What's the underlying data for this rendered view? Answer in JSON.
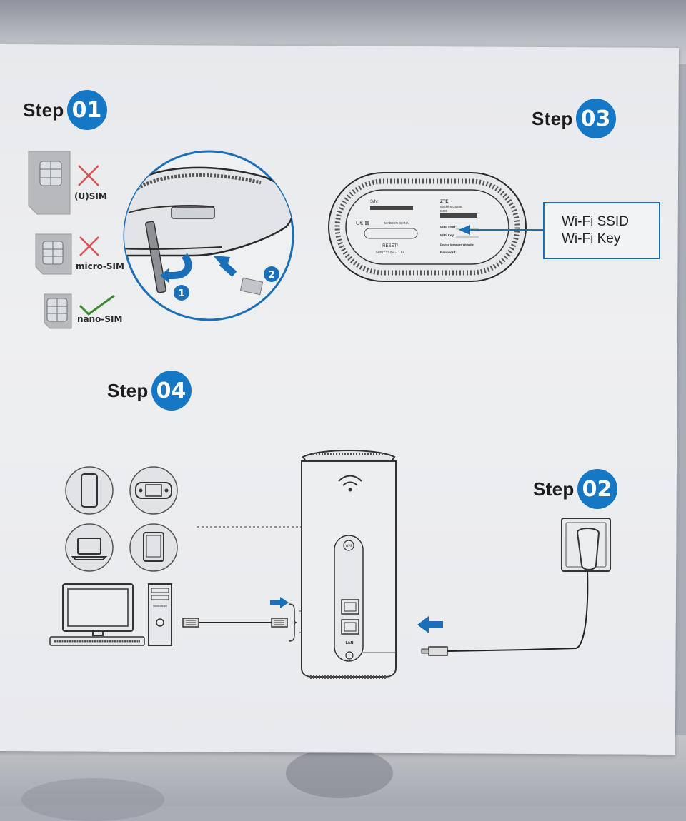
{
  "steps": {
    "s1": {
      "word": "Step",
      "num": "01"
    },
    "s2": {
      "word": "Step",
      "num": "02"
    },
    "s3": {
      "word": "Step",
      "num": "03"
    },
    "s4": {
      "word": "Step",
      "num": "04"
    }
  },
  "sims": [
    {
      "label": "(U)SIM",
      "status": "wrong"
    },
    {
      "label": "micro-SIM",
      "status": "wrong"
    },
    {
      "label": "nano-SIM",
      "status": "correct"
    }
  ],
  "slot_steps": [
    "1",
    "2"
  ],
  "wifi_box": {
    "line1": "Wi-Fi SSID",
    "line2": "Wi-Fi Key"
  },
  "label_sticker": {
    "sn": "S/N:",
    "brand": "ZTE",
    "model": "Model:MC888B",
    "imei": "IMEI:",
    "made_in": "MADE IN CHINA",
    "reset": "RESET/",
    "input": "INPUT:12.0V ═ 1.5A",
    "ssid": "WiFi SSID:",
    "key": "WiFi Key:",
    "website": "Device Manager Website:",
    "password": "Password:"
  },
  "router": {
    "wps": "WPS",
    "lan": "LAN"
  },
  "pc_tower_label": "NNNN NNN",
  "colors": {
    "accent": "#1677c4",
    "check": "#3a8a2e",
    "cross": "#d9534f"
  }
}
